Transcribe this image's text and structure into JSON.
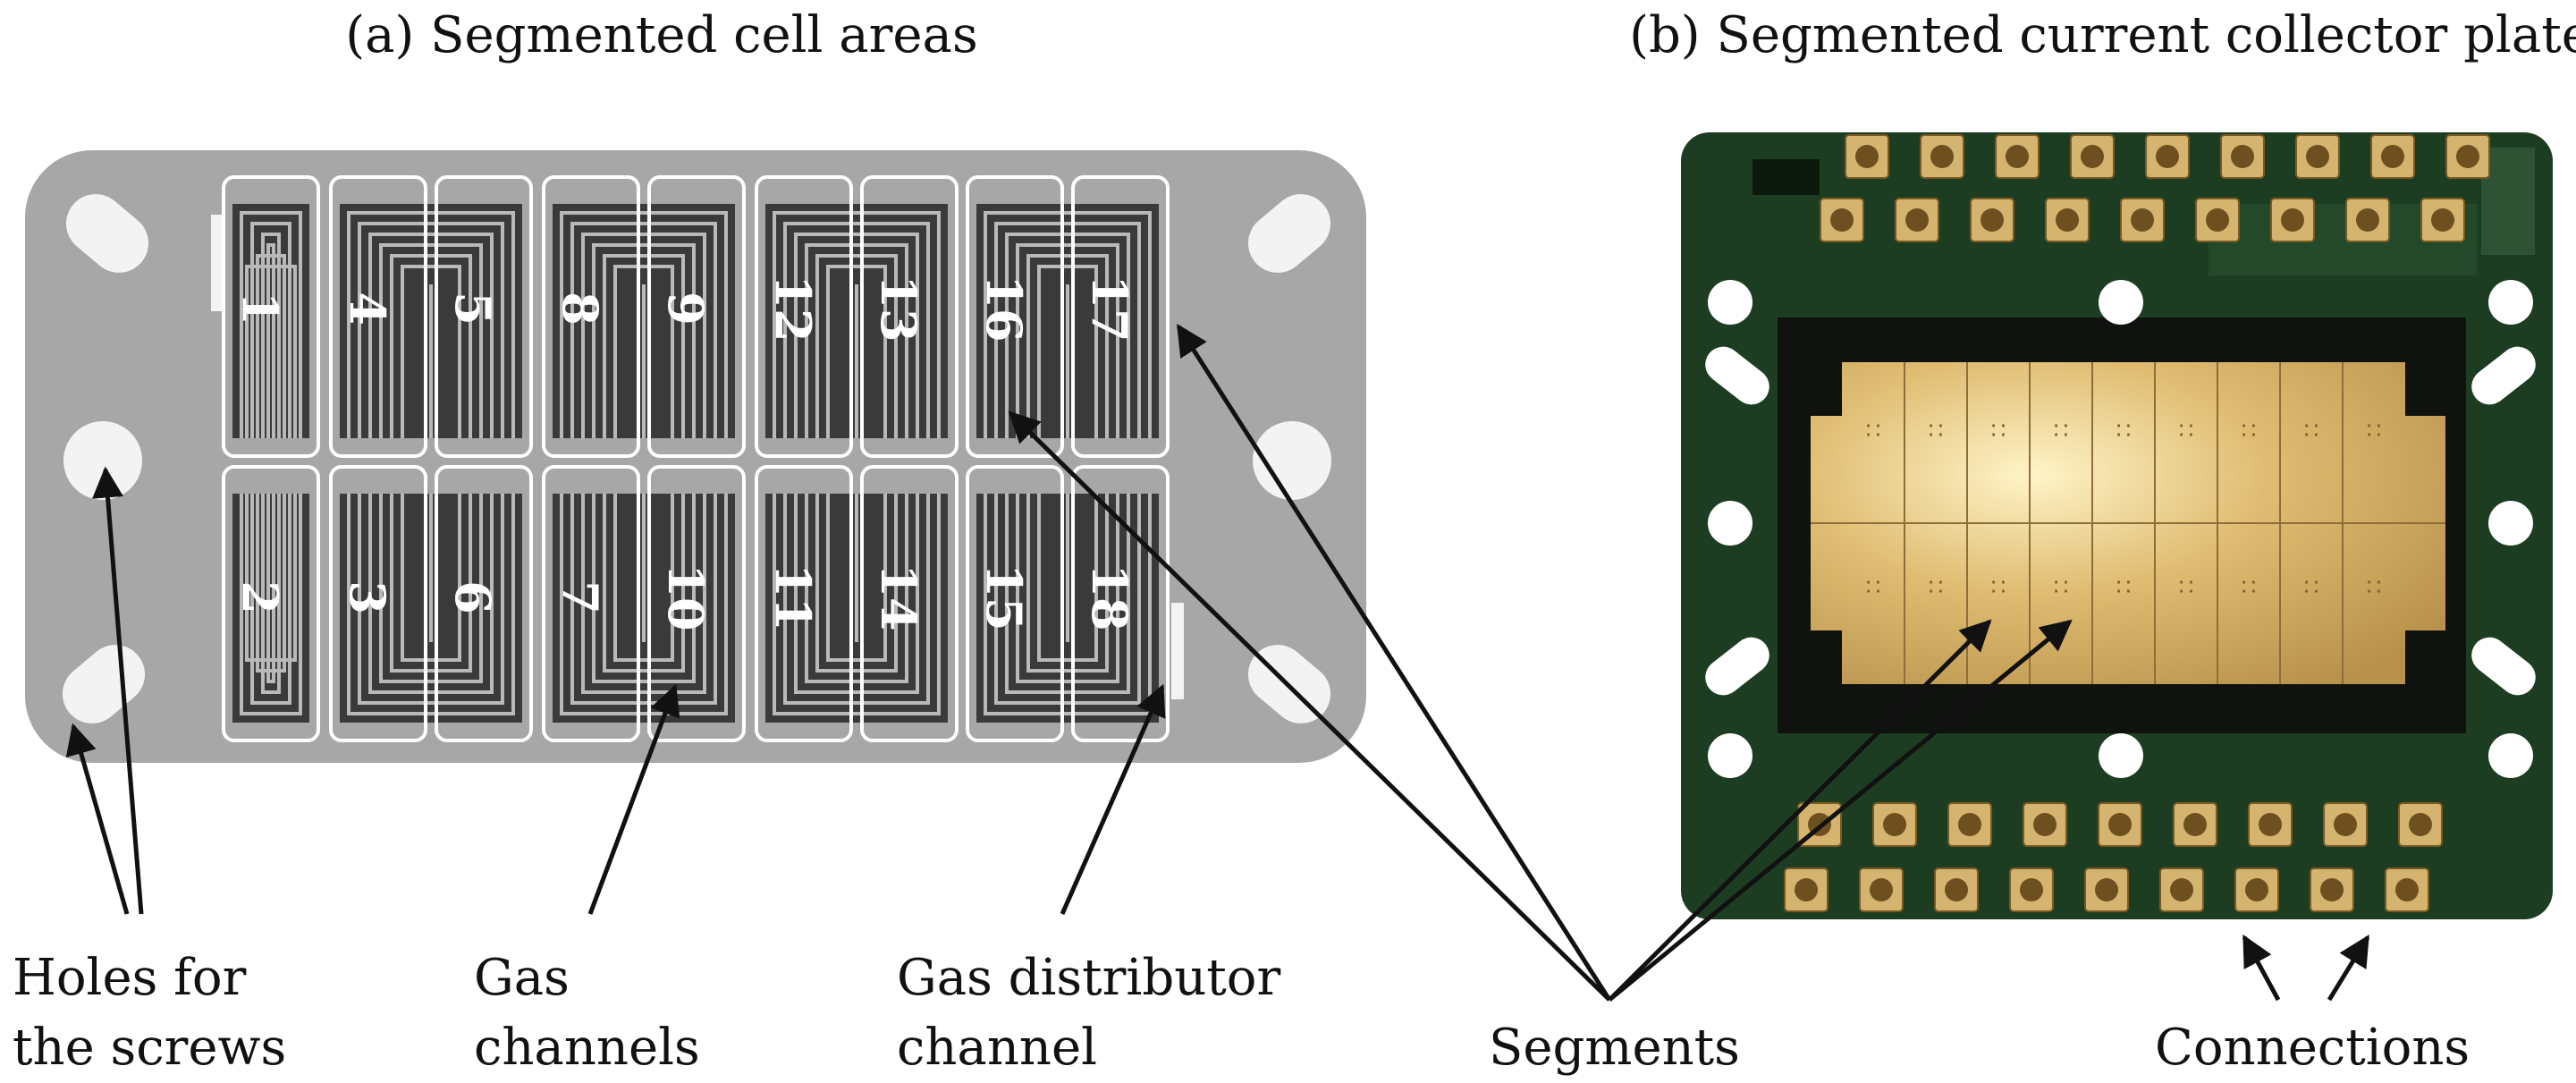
{
  "panel_a": {
    "caption": "(a) Segmented cell areas",
    "segment_numbers": {
      "top": [
        "1",
        "4",
        "5",
        "8",
        "9",
        "12",
        "13",
        "16",
        "17"
      ],
      "bottom": [
        "2",
        "3",
        "6",
        "7",
        "10",
        "11",
        "14",
        "15",
        "18"
      ]
    }
  },
  "panel_b": {
    "caption": "(b) Segmented current collector plate"
  },
  "labels": {
    "holes_line1": "Holes for",
    "holes_line2": "the screws",
    "gas_line1": "Gas",
    "gas_line2": "channels",
    "dist_line1": "Gas distributor",
    "dist_line2": "channel",
    "segments": "Segments",
    "connections": "Connections"
  },
  "colors": {
    "plate_gray": "#a7a7a7",
    "channel_dark": "#3a3a3a",
    "pcb_green": "#1d3d22",
    "gold": "#d6b26a"
  }
}
